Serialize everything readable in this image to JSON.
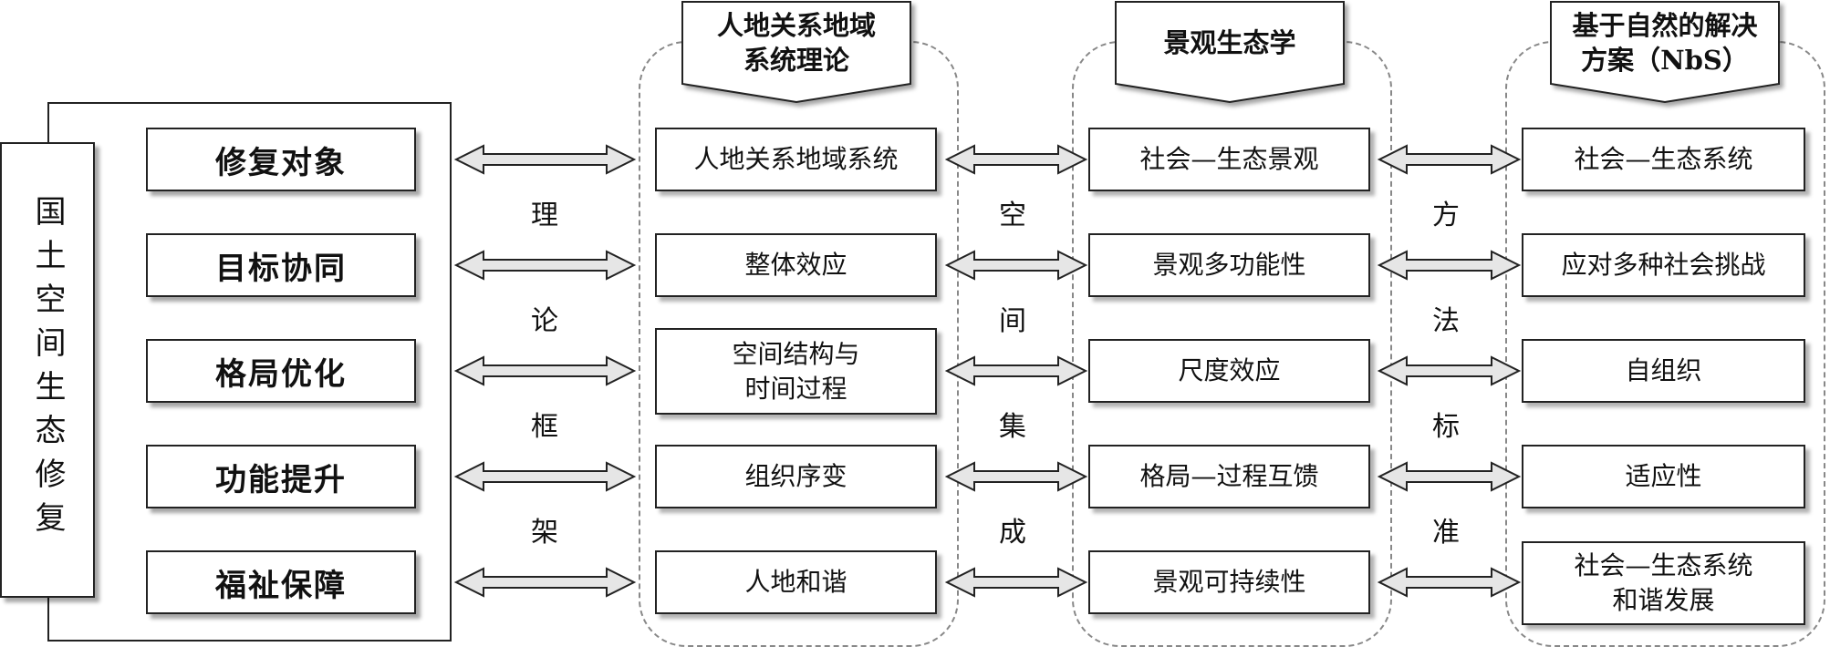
{
  "left": {
    "vertical_label": "国土空间生态修复",
    "items": [
      "修复对象",
      "目标协同",
      "格局优化",
      "功能提升",
      "福祉保障"
    ]
  },
  "columns": [
    {
      "header": "人地关系地域\n系统理论",
      "items": [
        "人地关系地域系统",
        "整体效应",
        "空间结构与\n时间过程",
        "组织序变",
        "人地和谐"
      ]
    },
    {
      "header": "景观生态学",
      "items": [
        "社会—生态景观",
        "景观多功能性",
        "尺度效应",
        "格局—过程互馈",
        "景观可持续性"
      ]
    },
    {
      "header": "基于自然的解决\n方案（NbS）",
      "items": [
        "社会—生态系统",
        "应对多种社会挑战",
        "自组织",
        "适应性",
        "社会—生态系统\n和谐发展"
      ]
    }
  ],
  "connectors": [
    [
      "理",
      "论",
      "框",
      "架"
    ],
    [
      "空",
      "间",
      "集",
      "成"
    ],
    [
      "方",
      "法",
      "标",
      "准"
    ]
  ],
  "colors": {
    "border": "#222222",
    "dashed": "#888888",
    "arrow_fill": "#e6e6e6"
  }
}
